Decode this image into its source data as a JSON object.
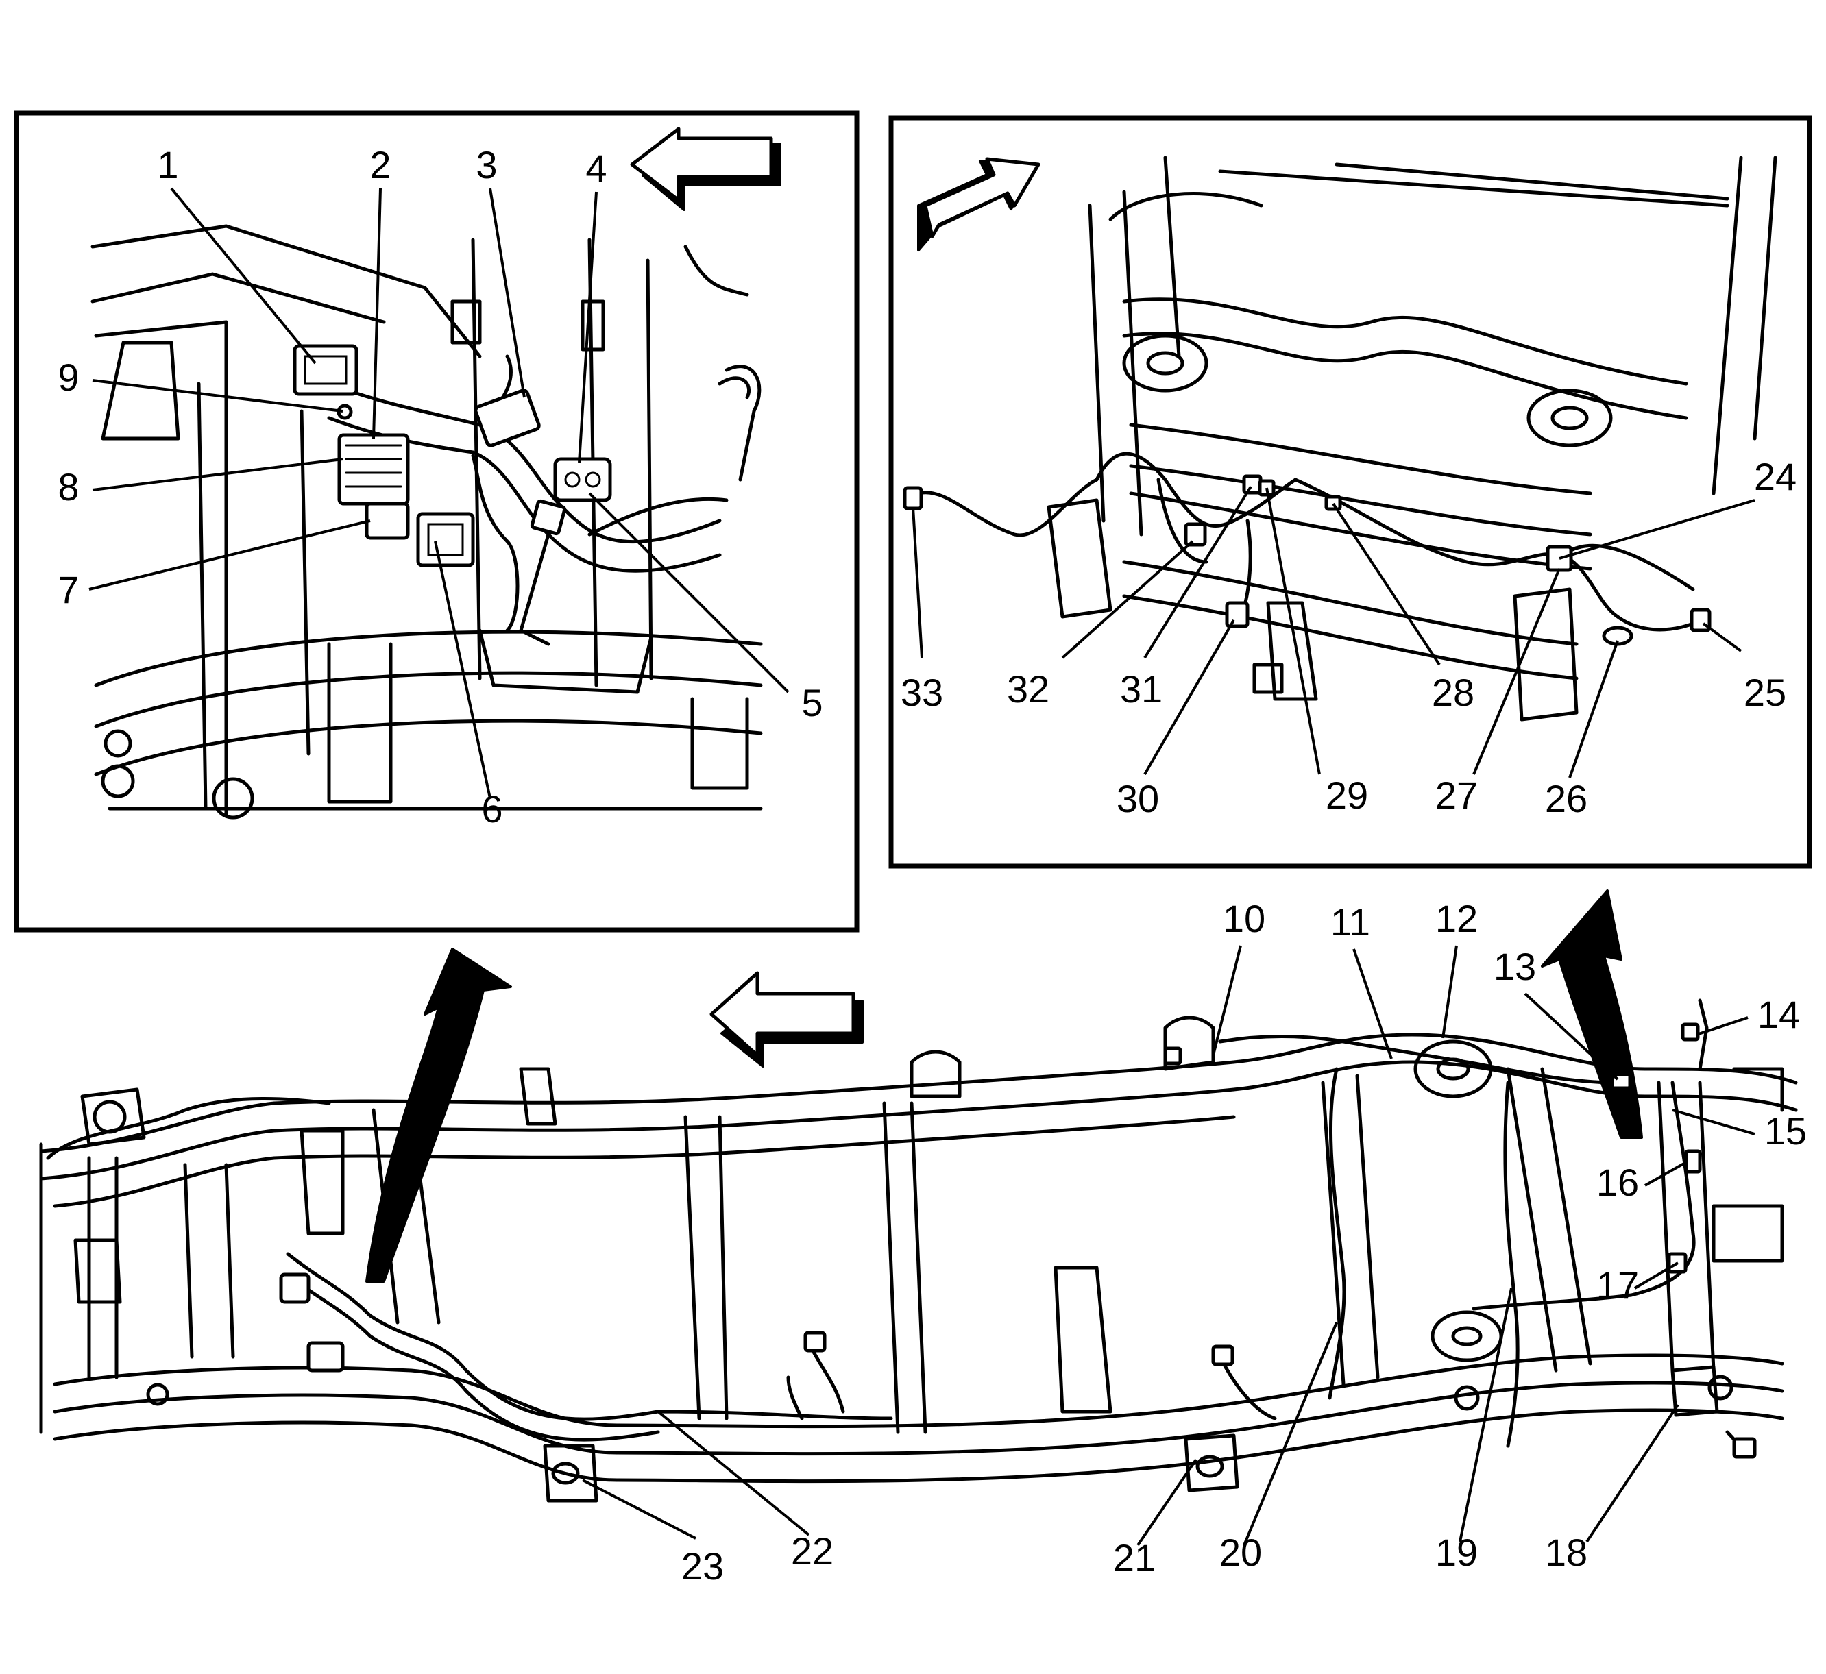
{
  "callouts": [
    "1",
    "2",
    "3",
    "4",
    "5",
    "6",
    "7",
    "8",
    "9",
    "10",
    "11",
    "12",
    "13",
    "14",
    "15",
    "16",
    "17",
    "18",
    "19",
    "20",
    "21",
    "22",
    "23",
    "24",
    "25",
    "26",
    "27",
    "28",
    "29",
    "30",
    "31",
    "32",
    "33"
  ],
  "icons": {
    "direction_arrow": "outline-arrow-icon",
    "curved_arrow": "curved-arrow-icon"
  },
  "colors": {
    "ink": "#000000",
    "paper": "#ffffff"
  }
}
